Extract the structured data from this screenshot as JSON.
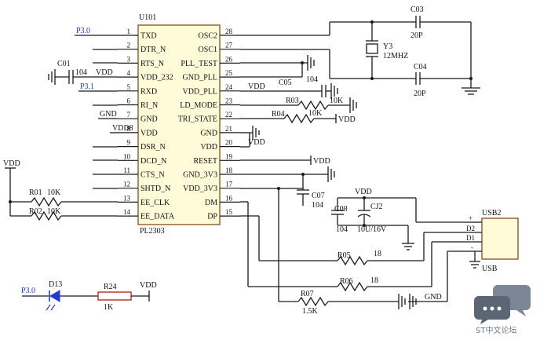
{
  "ic": {
    "ref": "U101",
    "part": "PL2303",
    "left_pins": [
      {
        "num": "1",
        "name": "TXD"
      },
      {
        "num": "2",
        "name": "DTR_N"
      },
      {
        "num": "3",
        "name": "RTS_N"
      },
      {
        "num": "4",
        "name": "VDD_232"
      },
      {
        "num": "5",
        "name": "RXD"
      },
      {
        "num": "6",
        "name": "RI_N"
      },
      {
        "num": "7",
        "name": "GND"
      },
      {
        "num": "8",
        "name": "VDD"
      },
      {
        "num": "9",
        "name": "DSR_N"
      },
      {
        "num": "10",
        "name": "DCD_N"
      },
      {
        "num": "11",
        "name": "CTS_N"
      },
      {
        "num": "12",
        "name": "SHTD_N"
      },
      {
        "num": "13",
        "name": "EE_CLK"
      },
      {
        "num": "14",
        "name": "EE_DATA"
      }
    ],
    "right_pins": [
      {
        "num": "28",
        "name": "OSC2"
      },
      {
        "num": "27",
        "name": "OSC1"
      },
      {
        "num": "26",
        "name": "PLL_TEST"
      },
      {
        "num": "25",
        "name": "GND_PLL"
      },
      {
        "num": "24",
        "name": "VDD_PLL"
      },
      {
        "num": "23",
        "name": "LD_MODE"
      },
      {
        "num": "22",
        "name": "TRI_STATE"
      },
      {
        "num": "21",
        "name": "GND"
      },
      {
        "num": "20",
        "name": "VDD"
      },
      {
        "num": "19",
        "name": "RESET"
      },
      {
        "num": "18",
        "name": "GND_3V3"
      },
      {
        "num": "17",
        "name": "VDD_3V3"
      },
      {
        "num": "16",
        "name": "DM"
      },
      {
        "num": "15",
        "name": "DP"
      }
    ]
  },
  "nets": {
    "p30": "P3.0",
    "p31": "P3.1",
    "vdd": "VDD",
    "gnd": "GND",
    "vdd8": "VDD8"
  },
  "parts": {
    "c01": {
      "ref": "C01",
      "value": "104"
    },
    "c03": {
      "ref": "C03",
      "value": "20P"
    },
    "c04": {
      "ref": "C04",
      "value": "20P"
    },
    "y3": {
      "ref": "Y3",
      "value": "12MHZ"
    },
    "c05": {
      "ref": "C05",
      "value": "104"
    },
    "r03": {
      "ref": "R03",
      "value": "10K"
    },
    "r04": {
      "ref": "R04",
      "value": "10K"
    },
    "c07": {
      "ref": "C07",
      "value": "104"
    },
    "c08": {
      "ref": "C08",
      "value": "104"
    },
    "cj2": {
      "ref": "CJ2",
      "value": "10U/16V"
    },
    "r01": {
      "ref": "R01",
      "value": "10K"
    },
    "r02": {
      "ref": "R02",
      "value": "10K"
    },
    "r05": {
      "ref": "R05",
      "value": "18"
    },
    "r06": {
      "ref": "R06",
      "value": "18"
    },
    "r07": {
      "ref": "R07",
      "value": "1.5K"
    },
    "d13": {
      "ref": "D13"
    },
    "r24": {
      "ref": "R24",
      "value": "1K"
    }
  },
  "usb": {
    "ref": "USB2",
    "name": "USB",
    "pins": [
      "+",
      "D2",
      "D1",
      "-"
    ]
  },
  "watermark": {
    "label": "ST中文论坛"
  }
}
